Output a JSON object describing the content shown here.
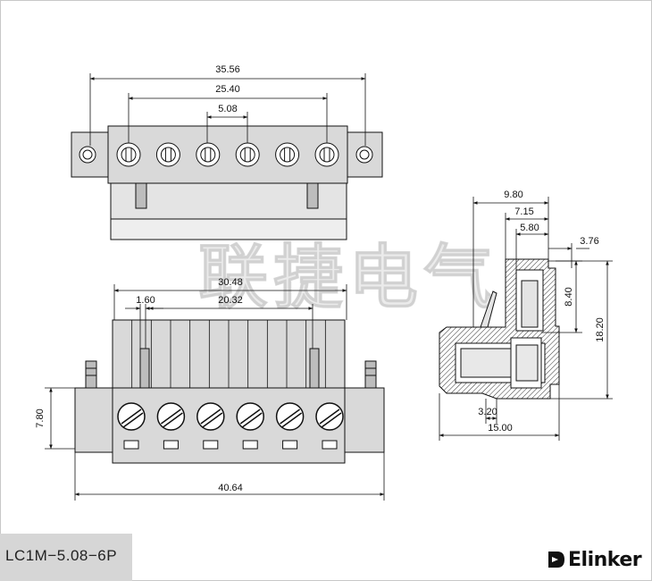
{
  "part_number": "LC1M−5.08−6P",
  "brand": {
    "name": "Elinker",
    "logo_icon": "elinker-logo-icon"
  },
  "watermark_text": "联捷电气",
  "dimensions": {
    "overall_flange": "35.56",
    "span_5_pitch": "25.40",
    "pitch": "5.08",
    "pin_span_outer": "30.48",
    "pin_span_inner": "20.32",
    "pin_width": "1.60",
    "overall_width": "40.64",
    "height_front": "7.80",
    "side_9_80": "9.80",
    "side_7_15": "7.15",
    "side_5_80": "5.80",
    "side_3_76": "3.76",
    "side_8_40": "8.40",
    "side_18_20": "18.20",
    "side_3_20": "3.20",
    "side_15_00": "15.00"
  },
  "positions": 6
}
